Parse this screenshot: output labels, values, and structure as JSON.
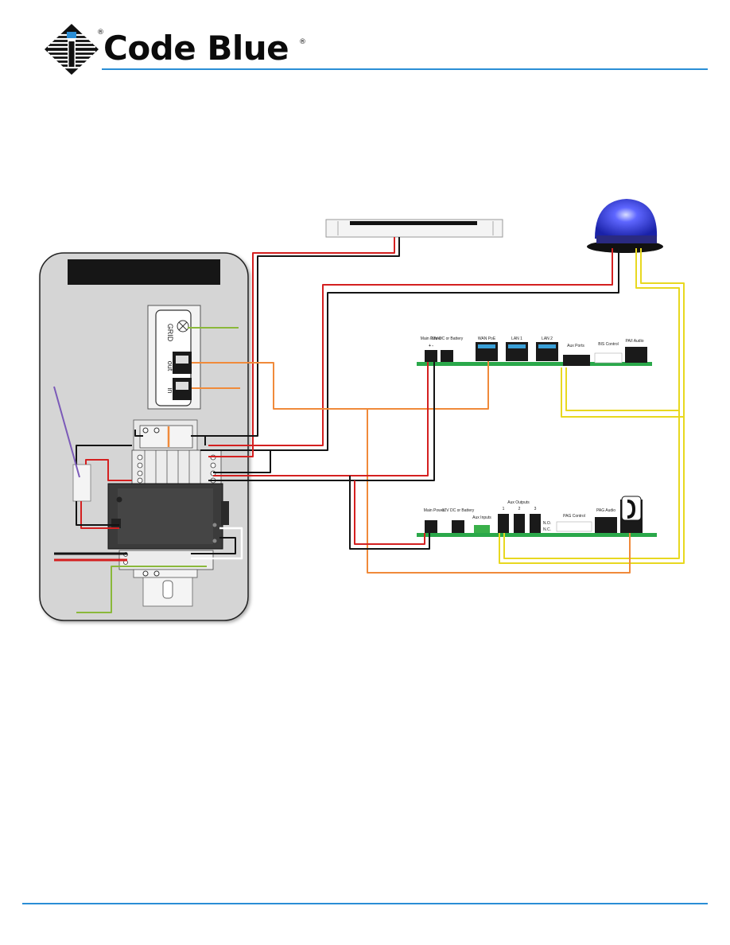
{
  "header": {
    "brand_name": "Code Blue",
    "registered_mark": "®",
    "accent_color": "#2a8ed6"
  },
  "diagram": {
    "enclosure_title": "",
    "network_switch": {
      "port_labels": {
        "grid": "GRID",
        "out": "out",
        "in": "in"
      }
    },
    "board_top": {
      "main_power": "Main Power",
      "plus_minus": "+ -",
      "dc_battery": "12V DC or Battery",
      "wan_poe": "WAN PoE",
      "lan1": "LAN 1",
      "lan2": "LAN 2",
      "aux_ports": "Aux Ports",
      "bis_control": "BIS Control",
      "pa_audio": "PA/I Audio"
    },
    "board_bottom": {
      "main_power": "Main Power",
      "dc_battery": "12V DC or Battery",
      "aux_inputs": "Aux Inputs",
      "aux_outputs": "Aux Outputs",
      "out_1": "1",
      "out_2": "2",
      "out_3": "3",
      "no": "N.O.",
      "nc": "N.C.",
      "pag_control": "PAG Control",
      "pag_audio": "PAG Audio"
    },
    "wire_colors": {
      "red": "#d42020",
      "black": "#141414",
      "orange": "#f08a3a",
      "yellow": "#f2e22a",
      "green": "#8ab83a",
      "purple": "#7b5ab8"
    }
  }
}
